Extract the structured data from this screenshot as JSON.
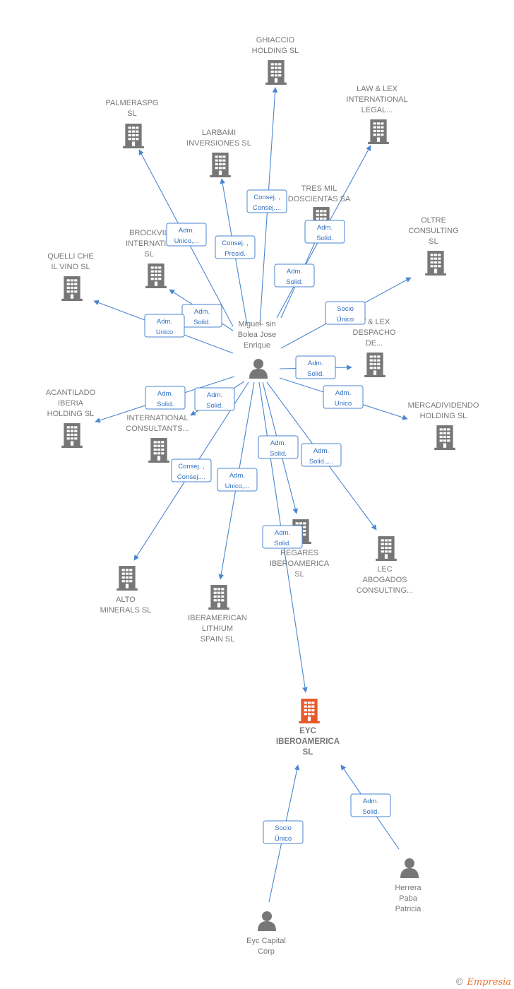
{
  "colors": {
    "edge": "#4a86d0",
    "company": "#777777",
    "highlight": "#e8582b",
    "person": "#777777"
  },
  "watermark": {
    "symbol": "©",
    "brand": "Empresia"
  },
  "nodes": [
    {
      "id": "ghiaccio",
      "type": "company",
      "lines": [
        "GHIACCIO",
        "HOLDING  SL"
      ]
    },
    {
      "id": "lawlex_int",
      "type": "company",
      "lines": [
        "LAW & LEX",
        "INTERNATIONAL",
        "LEGAL..."
      ]
    },
    {
      "id": "palmeraspg",
      "type": "company",
      "lines": [
        "PALMERASPG",
        "SL"
      ]
    },
    {
      "id": "larbami",
      "type": "company",
      "lines": [
        "LARBAMI",
        "INVERSIONES SL"
      ]
    },
    {
      "id": "tresmil",
      "type": "company",
      "lines": [
        "TRES MIL",
        "DOSCIENTAS SA"
      ]
    },
    {
      "id": "oltre",
      "type": "company",
      "lines": [
        "OLTRE",
        "CONSULTING",
        "SL"
      ]
    },
    {
      "id": "brockville",
      "type": "company",
      "lines": [
        "BROCKVIL",
        "INTERNATIO",
        "SL"
      ]
    },
    {
      "id": "quelli",
      "type": "company",
      "lines": [
        "QUELLI CHE",
        "IL VINO  SL"
      ]
    },
    {
      "id": "lawlex_desp",
      "type": "company",
      "lines": [
        "W & LEX",
        "DESPACHO",
        "DE..."
      ]
    },
    {
      "id": "acantilado",
      "type": "company",
      "lines": [
        "ACANTILADO",
        "IBERIA",
        "HOLDING  SL"
      ]
    },
    {
      "id": "intconsult",
      "type": "company",
      "lines": [
        "INTERNATIONAL",
        "CONSULTANTS..."
      ]
    },
    {
      "id": "mercadividendo",
      "type": "company",
      "lines": [
        "MERCADIVIDENDO",
        "HOLDING  SL"
      ]
    },
    {
      "id": "regares",
      "type": "company",
      "lines": [
        "REGARES",
        "IBEROAMERICA",
        "SL"
      ]
    },
    {
      "id": "lec",
      "type": "company",
      "lines": [
        "LEC",
        "ABOGADOS",
        "CONSULTING..."
      ]
    },
    {
      "id": "alto",
      "type": "company",
      "lines": [
        "ALTO",
        "MINERALS  SL"
      ]
    },
    {
      "id": "iberamerican",
      "type": "company",
      "lines": [
        "IBERAMERICAN",
        "LITHIUM",
        "SPAIN  SL"
      ]
    },
    {
      "id": "eyc",
      "type": "company",
      "highlight": true,
      "lines": [
        "EYC",
        "IBEROAMERICA",
        "SL"
      ]
    },
    {
      "id": "miguel",
      "type": "person",
      "lines": [
        "Miguel- sin",
        "Bolea Jose",
        "Enrique"
      ]
    },
    {
      "id": "herrera",
      "type": "person",
      "lines": [
        "Herrera",
        "Paba",
        "Patricia"
      ]
    },
    {
      "id": "eyccapital",
      "type": "person",
      "lines": [
        "Eyc Capital",
        "Corp"
      ]
    }
  ],
  "edges": [
    {
      "from": "miguel",
      "to": "ghiaccio",
      "label": [
        "Consej. ,",
        "Consej...."
      ]
    },
    {
      "from": "miguel",
      "to": "lawlex_int",
      "label": [
        "Adm.",
        "Solid."
      ]
    },
    {
      "from": "miguel",
      "to": "palmeraspg",
      "label": [
        "Adm.",
        "Unico,..."
      ]
    },
    {
      "from": "miguel",
      "to": "larbami",
      "label": [
        "Consej. ,",
        "Presid."
      ]
    },
    {
      "from": "miguel",
      "to": "tresmil",
      "label": [
        "Adm.",
        "Solid."
      ]
    },
    {
      "from": "miguel",
      "to": "oltre",
      "label": [
        "Socio",
        "Único"
      ]
    },
    {
      "from": "miguel",
      "to": "brockville",
      "label": [
        "Adm.",
        "Solid."
      ]
    },
    {
      "from": "miguel",
      "to": "quelli",
      "label": [
        "Adm.",
        "Unico"
      ]
    },
    {
      "from": "miguel",
      "to": "lawlex_desp",
      "label": [
        "Adm.",
        "Solid."
      ]
    },
    {
      "from": "miguel",
      "to": "acantilado",
      "label": [
        "Adm.",
        "Solid."
      ]
    },
    {
      "from": "miguel",
      "to": "intconsult",
      "label": [
        "Adm.",
        "Solid."
      ]
    },
    {
      "from": "miguel",
      "to": "mercadividendo",
      "label": [
        "Adm.",
        "Unico"
      ]
    },
    {
      "from": "miguel",
      "to": "regares",
      "label": [
        "Adm.",
        "Solid."
      ]
    },
    {
      "from": "miguel",
      "to": "lec",
      "label": [
        "Adm.",
        "Solid.,..."
      ]
    },
    {
      "from": "miguel",
      "to": "alto",
      "label": [
        "Consej. ,",
        "Consej...."
      ]
    },
    {
      "from": "miguel",
      "to": "iberamerican",
      "label": [
        "Adm.",
        "Unico,..."
      ]
    },
    {
      "from": "miguel",
      "to": "eyc",
      "label": [
        "Adm.",
        "Solid."
      ]
    },
    {
      "from": "eyccapital",
      "to": "eyc",
      "label": [
        "Socio",
        "Único"
      ]
    },
    {
      "from": "herrera",
      "to": "eyc",
      "label": [
        "Adm.",
        "Solid."
      ]
    }
  ]
}
